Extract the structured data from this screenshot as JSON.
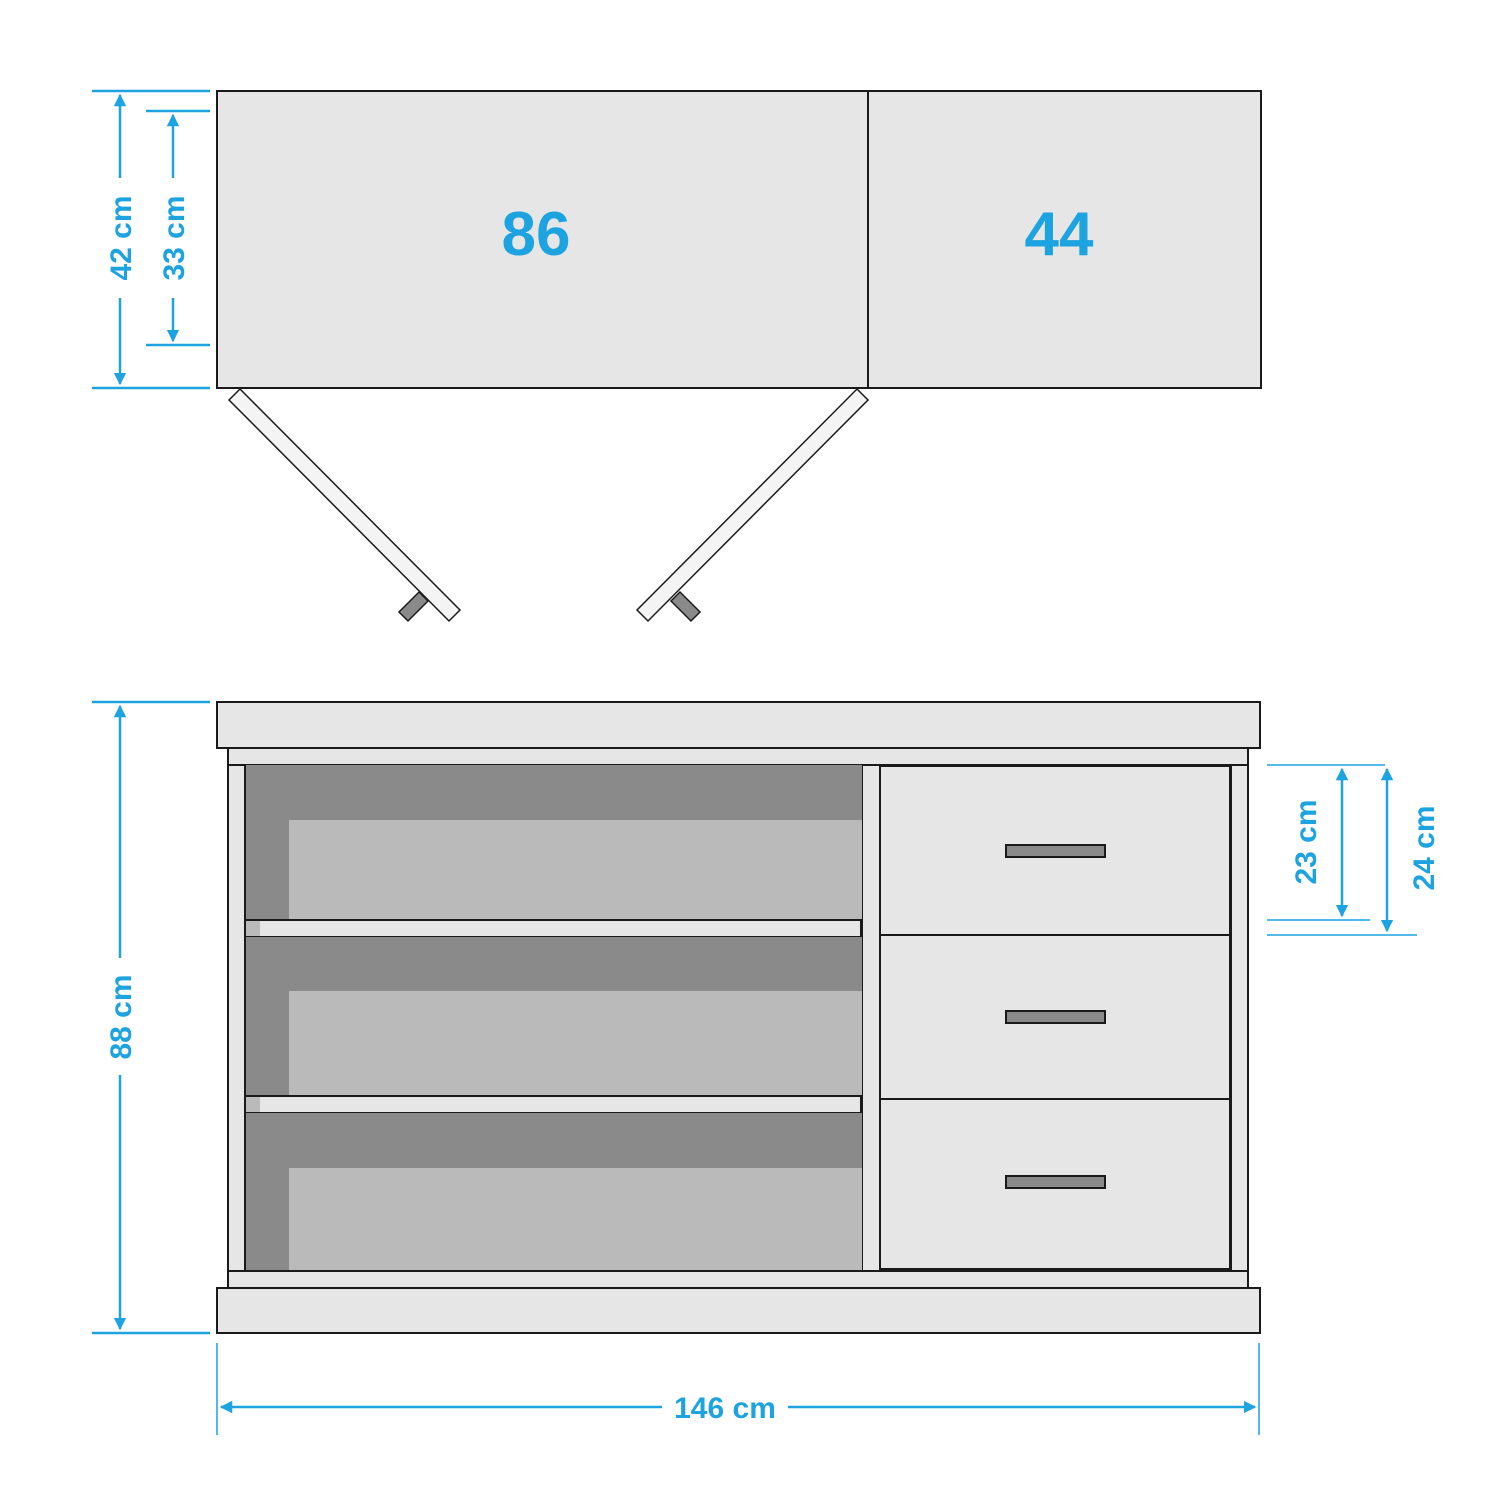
{
  "colors": {
    "dimension": "#1ca3e0",
    "panel": "#e6e6e6",
    "outline": "#1a1a1a",
    "shelf_back_dark": "#8a8a8a",
    "shelf_back_light": "#bababa",
    "handle": "#8a8a8a"
  },
  "top_view": {
    "left_section_label": "86",
    "right_section_label": "44",
    "depth_outer": "42 cm",
    "depth_inner": "33 cm"
  },
  "front_view": {
    "height": "88 cm",
    "width": "146 cm",
    "drawer_inner_height": "23 cm",
    "drawer_outer_height": "24 cm",
    "open_shelf_compartments": 3,
    "drawers": 3
  }
}
